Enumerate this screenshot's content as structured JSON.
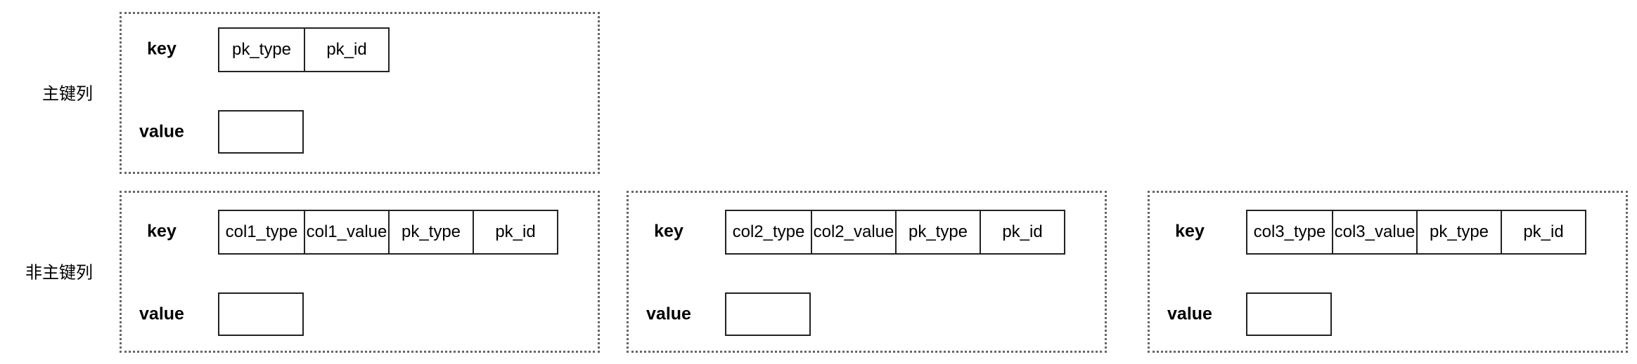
{
  "rows": {
    "primary_label": "主键列",
    "non_primary_label": "非主键列"
  },
  "labels": {
    "key": "key",
    "value": "value"
  },
  "primary_group": {
    "key_cells": [
      "pk_type",
      "pk_id"
    ]
  },
  "non_primary_groups": [
    {
      "key_cells": [
        "col1_type",
        "col1_value",
        "pk_type",
        "pk_id"
      ]
    },
    {
      "key_cells": [
        "col2_type",
        "col2_value",
        "pk_type",
        "pk_id"
      ]
    },
    {
      "key_cells": [
        "col3_type",
        "col3_value",
        "pk_type",
        "pk_id"
      ]
    }
  ],
  "colors": {
    "border": "#222222",
    "dotted_border": "#666666",
    "background": "#ffffff"
  }
}
